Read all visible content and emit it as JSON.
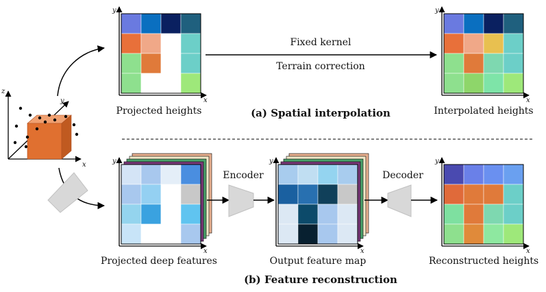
{
  "labels": {
    "projected_heights": "Projected heights",
    "interpolated_heights": "Interpolated heights",
    "fixed_kernel": "Fixed kernel",
    "terrain_correction": "Terrain correction",
    "spatial_interpolation": "(a) Spatial interpolation",
    "projected_deep_features": "Projected deep features",
    "output_feature_map": "Output feature map",
    "reconstructed_heights": "Reconstructed heights",
    "encoder": "Encoder",
    "decoder": "Decoder",
    "feature_reconstruction": "(b) Feature reconstruction"
  },
  "axis_letters": {
    "x": "x",
    "y": "y",
    "z": "z"
  },
  "grids": {
    "projected_heights": [
      [
        "#6a7ae0",
        "#0a6fc0",
        "#0a2060",
        "#1f607e"
      ],
      [
        "#e8703a",
        "#f0a888",
        "#ffffff",
        "#6ccfc8"
      ],
      [
        "#8ee08e",
        "#e07a3a",
        "#ffffff",
        "#6ccfc8"
      ],
      [
        "#8ee08e",
        "#ffffff",
        "#ffffff",
        "#9ee87a"
      ]
    ],
    "interpolated_heights": [
      [
        "#6a7ae0",
        "#0a6fc0",
        "#0a2060",
        "#1f607e"
      ],
      [
        "#e8703a",
        "#f0a888",
        "#e8c050",
        "#6ccfc8"
      ],
      [
        "#8ee08e",
        "#e07a3a",
        "#7ed8b0",
        "#6ccfc8"
      ],
      [
        "#8ee08e",
        "#8ed66a",
        "#7ee4a8",
        "#9ee87a"
      ]
    ],
    "projected_deep_features": [
      [
        "#d4e4f6",
        "#a8c8ee",
        "#e4eef8",
        "#4a8ee0"
      ],
      [
        "#a8c8ee",
        "#94d0f2",
        "#ffffff",
        "#c8c8c8"
      ],
      [
        "#94d4ee",
        "#3aa2e0",
        "#ffffff",
        "#60c4f0"
      ],
      [
        "#c8e4f8",
        "#ffffff",
        "#ffffff",
        "#a8c8ee"
      ]
    ],
    "output_feature_map": [
      [
        "#a8ccee",
        "#c0def2",
        "#94d4f0",
        "#a8ccee"
      ],
      [
        "#1a60a0",
        "#2870b0",
        "#10405a",
        "#c8c8c8"
      ],
      [
        "#dce8f4",
        "#0c4a6a",
        "#a8c8ee",
        "#dce8f4"
      ],
      [
        "#dce8f4",
        "#082030",
        "#a8c8ee",
        "#dce8f4"
      ]
    ],
    "reconstructed_heights": [
      [
        "#4a4ab0",
        "#6a80e8",
        "#6a90f0",
        "#6aa0f0"
      ],
      [
        "#e06a3a",
        "#e07a3a",
        "#e07a3a",
        "#6ccfc8"
      ],
      [
        "#7ee0a0",
        "#e07a3a",
        "#7ed8b0",
        "#6ccfc8"
      ],
      [
        "#8ee08e",
        "#e08a3a",
        "#8ee8a0",
        "#9ee87a"
      ]
    ]
  },
  "stack_layer_colors": [
    "#7a3a7a",
    "#4aa06a",
    "#f0e8c8",
    "#e8b090"
  ]
}
